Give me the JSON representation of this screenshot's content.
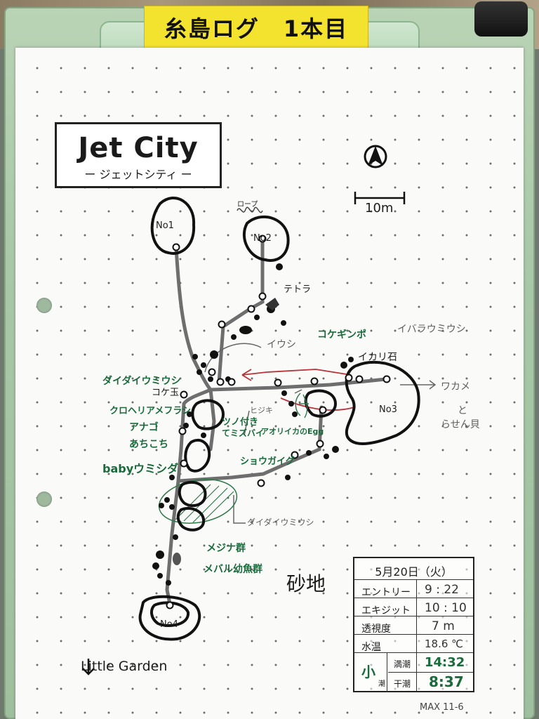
{
  "clipboard_label": "糸島ログ　1本目",
  "title": {
    "main": "Jet City",
    "sub": "ー ジェットシティ ー"
  },
  "scale_label": "10m",
  "points": {
    "no1": "No1",
    "no2": "No2",
    "no3": "No3",
    "no4": "No4"
  },
  "map_labels": {
    "rope": "ロープ",
    "tetora": "テトラ",
    "anchor_rock": "イカリ石",
    "koke_dama": "コケ玉",
    "sand": "砂地",
    "little_garden": "Little Garden",
    "wakame": "ワカメ",
    "to": "と",
    "rasen": "らせん貝",
    "iusi": "イウシ",
    "ibara": "イバラウミウシ",
    "hiji": "ヒジキ",
    "dadai_bottom": "ダイダイウミウシ"
  },
  "green_notes": {
    "kokegin": "コケギンポ",
    "daidai": "ダイダイウミウシ",
    "kurobe": "クロヘリアメフラシ",
    "anago": "アナゴ",
    "achikoti": "あちこち",
    "baby": "babyウミシダ",
    "tsuno": "ツノ付き",
    "temebe": "てミズバイ",
    "aoriika": "アオリイカのEgg",
    "shouga": "ショウガイグ",
    "mejina": "メジナ群",
    "mebaru": "メバル幼魚群"
  },
  "log": {
    "date": "5月20日（火）",
    "rows": [
      {
        "label": "エントリー",
        "value": "9 : 22"
      },
      {
        "label": "エキジット",
        "value": "10 : 10"
      },
      {
        "label": "透視度",
        "value": "7 m"
      },
      {
        "label": "水温",
        "value": "18.6 ℃"
      }
    ],
    "tide_type": "小",
    "tide_char": "潮",
    "high_label": "満潮",
    "high_value": "14:32",
    "low_label": "干潮",
    "low_value": "8:37"
  },
  "footer_code": "MAX 11-6",
  "colors": {
    "tape": "#f3e22e",
    "green_ink": "#1a6b3c",
    "red_ink": "#b8333a",
    "route_grey": "#6e6e6e"
  },
  "icons": {
    "north": "north-arrow-icon",
    "down_arrow": "down-arrow-icon"
  }
}
